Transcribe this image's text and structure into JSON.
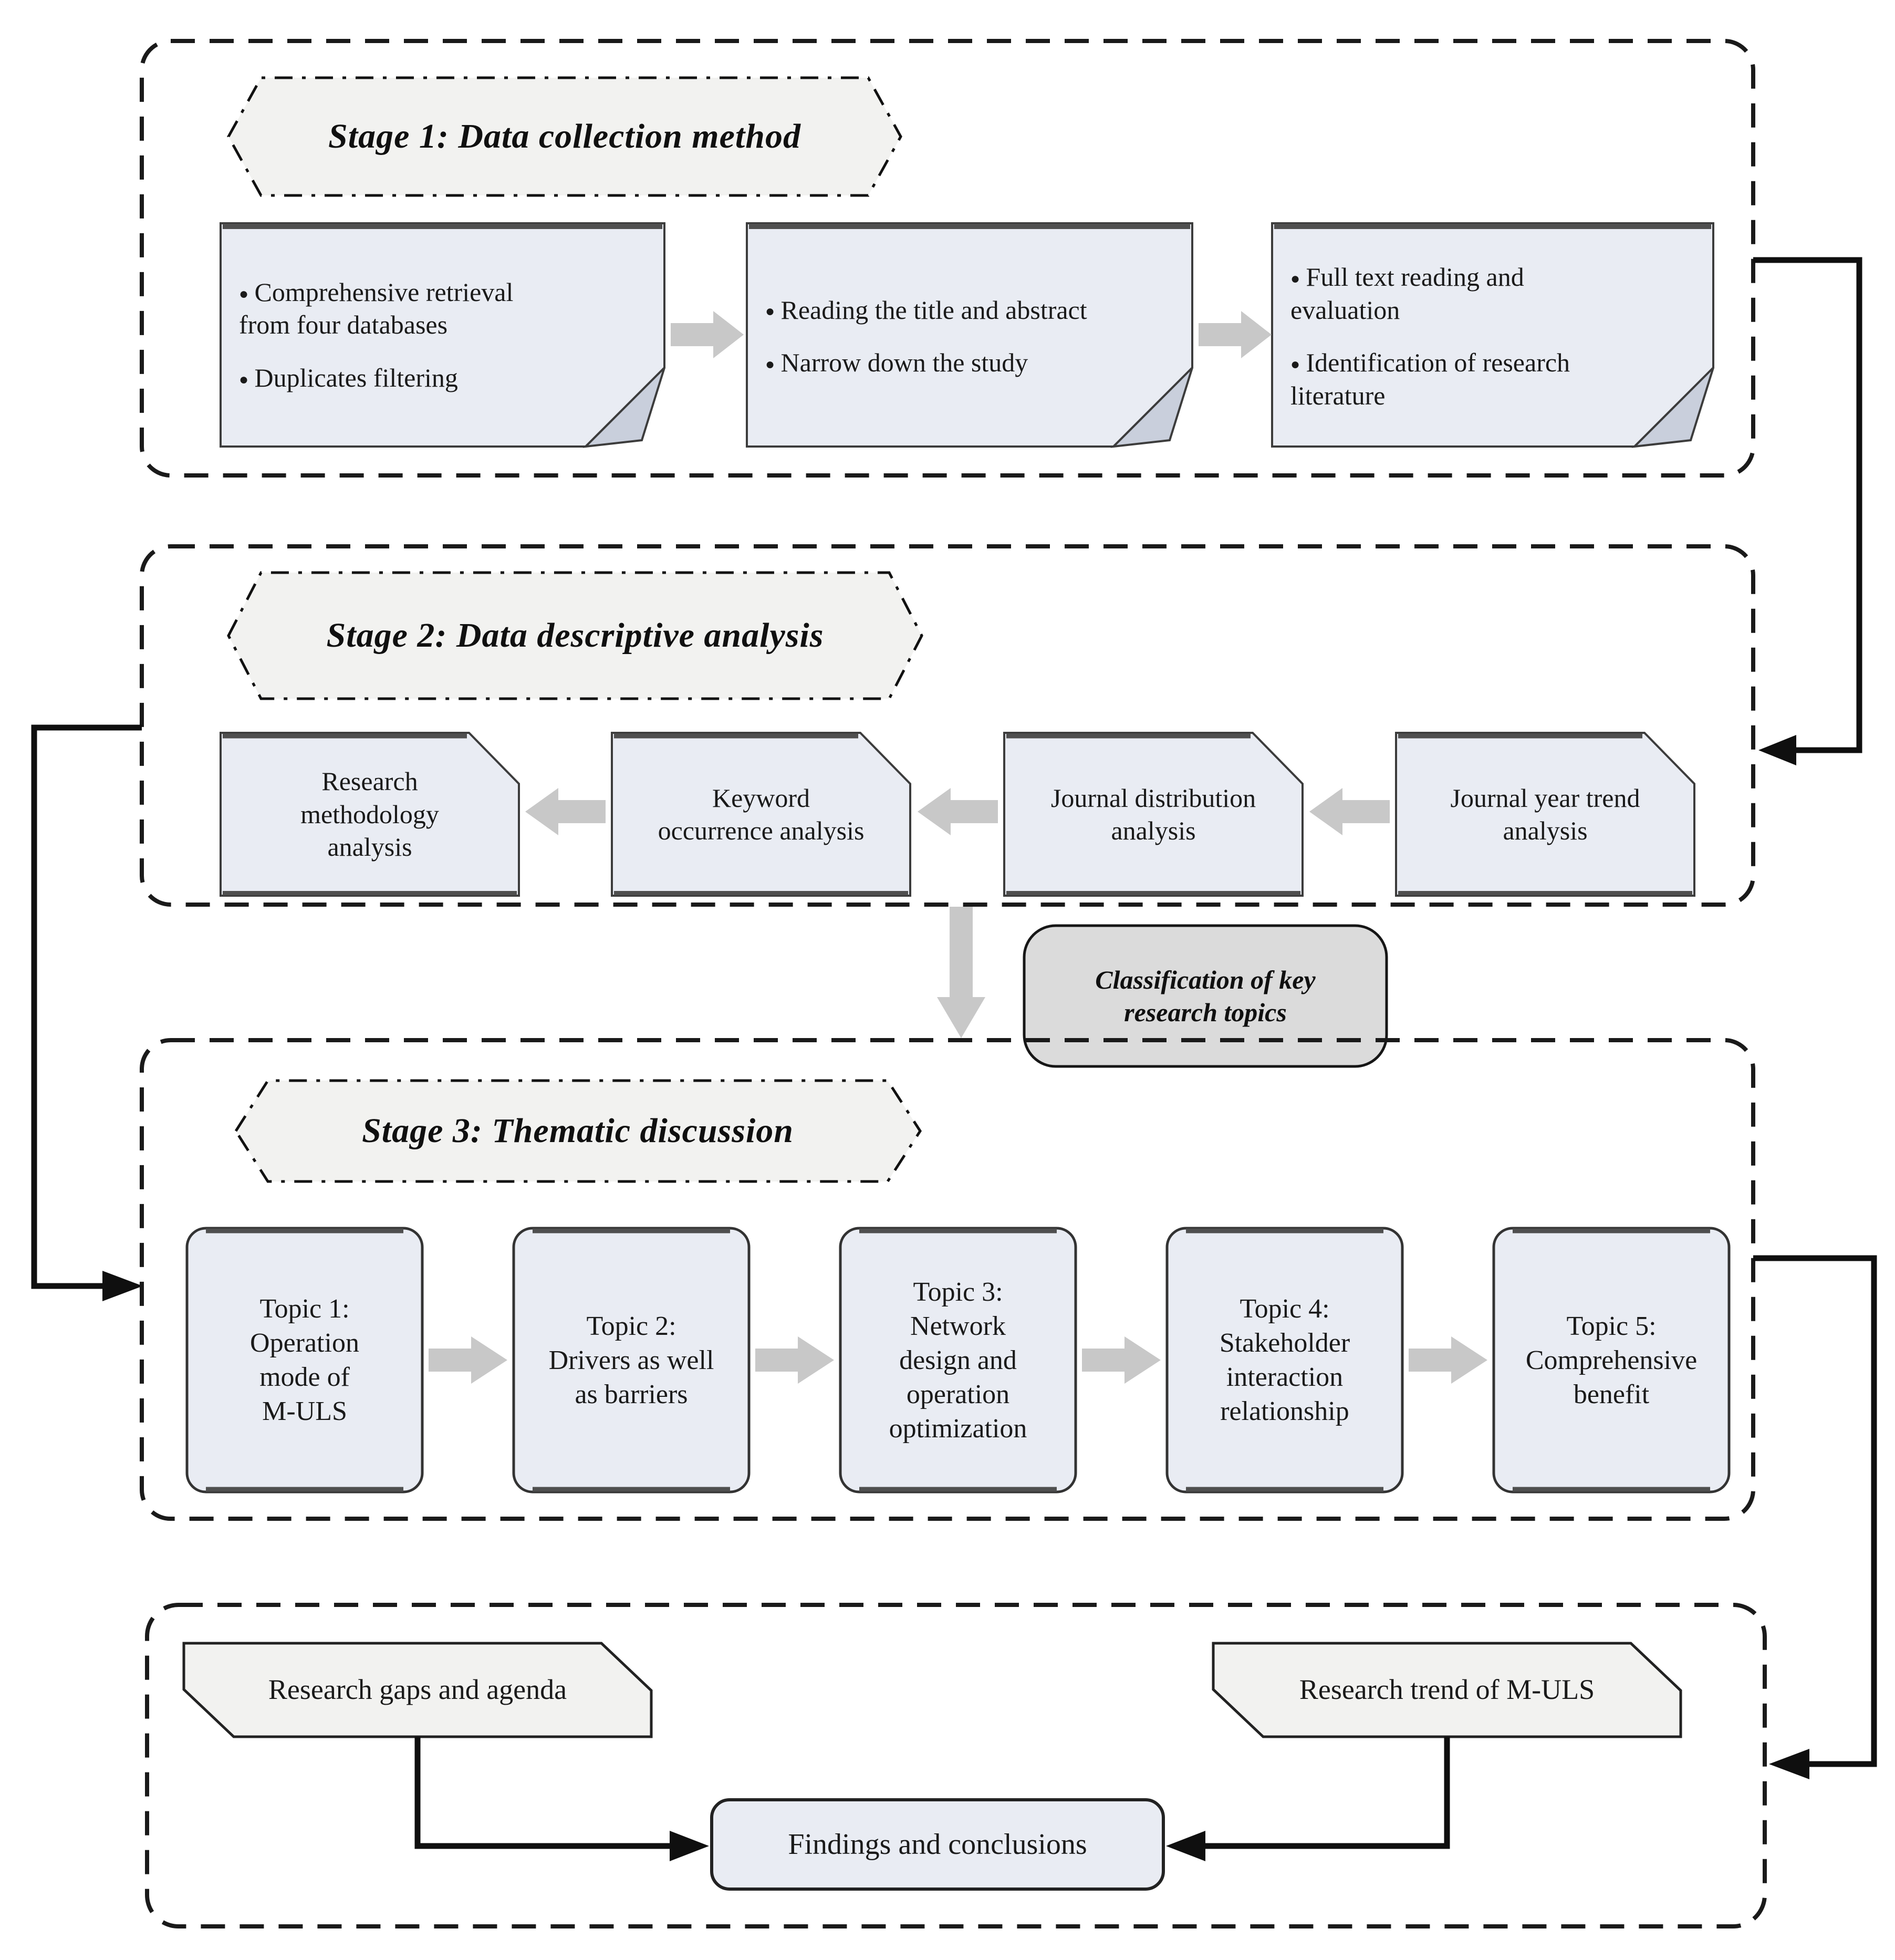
{
  "diagram": {
    "stage1": {
      "title": "Stage 1: Data collection method",
      "box1": {
        "items": [
          "Comprehensive retrieval from four databases",
          "Duplicates filtering"
        ]
      },
      "box2": {
        "items": [
          "Reading the title and abstract",
          "Narrow down the study"
        ]
      },
      "box3": {
        "items": [
          "Full text reading and evaluation",
          "Identification of research literature"
        ]
      }
    },
    "stage2": {
      "title": "Stage 2: Data descriptive analysis",
      "cards": [
        {
          "lines": [
            "Research",
            "methodology",
            "analysis"
          ]
        },
        {
          "lines": [
            "Keyword",
            "occurrence analysis"
          ]
        },
        {
          "lines": [
            "Journal distribution",
            "analysis"
          ]
        },
        {
          "lines": [
            "Journal year trend",
            "analysis"
          ]
        }
      ]
    },
    "classification": {
      "lines": [
        "Classification of key",
        "research topics"
      ]
    },
    "stage3": {
      "title": "Stage 3: Thematic discussion",
      "topics": [
        {
          "lines": [
            "Topic 1:",
            "Operation",
            "mode of",
            "M-ULS"
          ]
        },
        {
          "lines": [
            "Topic 2:",
            "Drivers as well",
            "as barriers"
          ]
        },
        {
          "lines": [
            "Topic 3:",
            "Network",
            "design and",
            "operation",
            "optimization"
          ]
        },
        {
          "lines": [
            "Topic 4:",
            "Stakeholder",
            "interaction",
            "relationship"
          ]
        },
        {
          "lines": [
            "Topic 5:",
            "Comprehensive",
            "benefit"
          ]
        }
      ]
    },
    "bottom": {
      "banner_left": "Research gaps and agenda",
      "banner_right": "Research trend of M-ULS",
      "findings": "Findings and conclusions"
    },
    "colors": {
      "box_fill": "#e9ecf3",
      "light_fill": "#f2f2f0",
      "classification_fill": "#dbdbdb",
      "fold_fill": "#c9cfdc",
      "gray_arrow": "#c8c8c8",
      "border": "#3c3c3c",
      "connector": "#0f0f0f"
    }
  }
}
